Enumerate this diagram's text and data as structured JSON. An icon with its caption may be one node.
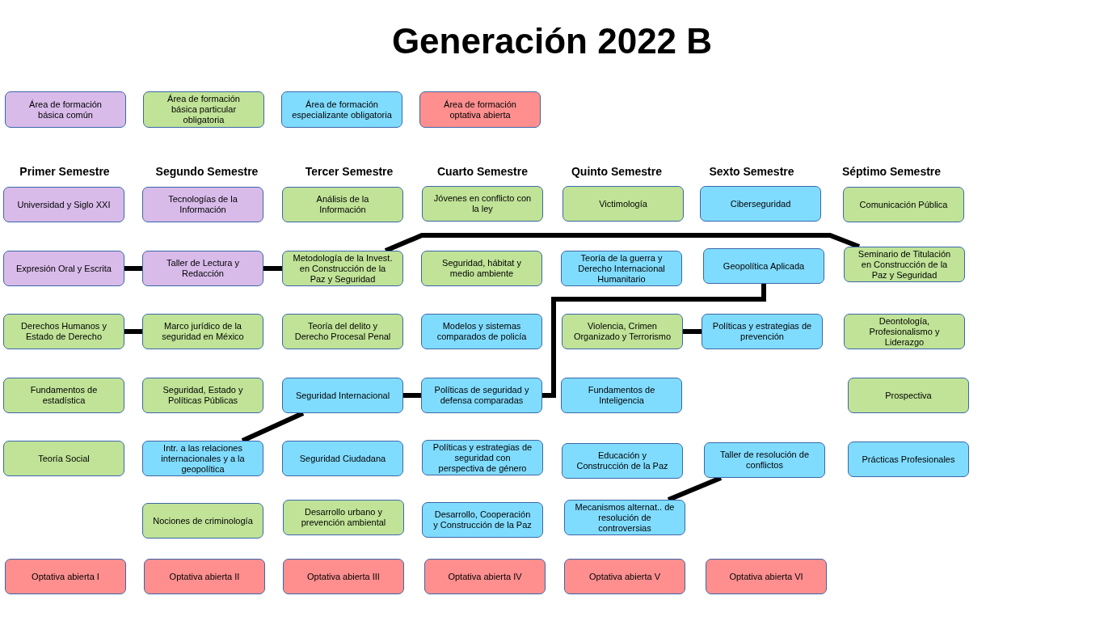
{
  "diagram": {
    "title": "Generación 2022 B",
    "nodes": [
      {
        "text": [
          "Universidad y Siglo XXI"
        ]
      },
      {
        "text": [
          "Expresión Oral y Escrita"
        ]
      },
      {
        "text": [
          "Derechos Humanos y Estado de Derecho"
        ]
      },
      {
        "text": [
          "Fundamentos de estadística"
        ]
      },
      {
        "text": [
          "Teoría Social"
        ]
      },
      {
        "text": [
          "Optativa abierta I"
        ]
      },
      {
        "text": [
          "Tecnologías de la Información"
        ]
      },
      {
        "text": [
          "Taller de Lectura y Redacción"
        ]
      },
      {
        "text": [
          "Marco jurídico de la seguridad en México"
        ]
      },
      {
        "text": [
          "Seguridad, Estado y Políticas Públicas"
        ]
      },
      {
        "text": [
          "Intr. a las relaciones internacionales y a la geopolítica"
        ]
      },
      {
        "text": [
          "Nociones de criminología"
        ]
      },
      {
        "text": [
          "Optativa abierta II"
        ]
      },
      {
        "text": [
          "Análisis de la Información"
        ]
      },
      {
        "text": [
          "Metodología de la Invest. en Construcción de la Paz y Seguridad"
        ]
      },
      {
        "text": [
          "Teoría del delito y Derecho Procesal Penal"
        ]
      },
      {
        "text": [
          "Seguridad Internacional"
        ]
      },
      {
        "text": [
          "Seguridad Ciudadana"
        ]
      },
      {
        "text": [
          "Desarrollo urbano y prevención ambiental"
        ]
      },
      {
        "text": [
          "Optativa abierta III"
        ]
      },
      {
        "text": [
          "Jóvenes en conflicto con la ley"
        ]
      },
      {
        "text": [
          "Seguridad, hábitat y medio ambiente"
        ]
      },
      {
        "text": [
          "Modelos y sistemas comparados de policía"
        ]
      },
      {
        "text": [
          "Políticas de seguridad y defensa comparadas"
        ]
      },
      {
        "text": [
          "Políticas y estrategias de seguridad con perspectiva de género"
        ]
      },
      {
        "text": [
          "Desarrollo, Cooperación y Construcción de la Paz"
        ]
      },
      {
        "text": [
          "Optativa abierta IV"
        ]
      },
      {
        "text": [
          "Victimología"
        ]
      },
      {
        "text": [
          "Teoría de la guerra y Derecho Internacional Humanitario"
        ]
      },
      {
        "text": [
          "Violencia, Crimen Organizado y Terrorismo"
        ]
      },
      {
        "text": [
          "Fundamentos de Inteligencia"
        ]
      },
      {
        "text": [
          "Educación y Construcción de la Paz"
        ]
      },
      {
        "text": [
          "Mecanismos alternat.. de resolución de controversias"
        ]
      },
      {
        "text": [
          "Optativa abierta V"
        ]
      },
      {
        "text": [
          "Ciberseguridad"
        ]
      },
      {
        "text": [
          "Geopolítica Aplicada"
        ]
      },
      {
        "text": [
          "Políticas y estrategias de prevención"
        ]
      },
      {
        "text": [
          "Taller de resolución de conflictos"
        ]
      },
      {
        "text": [
          "Optativa abierta VI"
        ]
      },
      {
        "text": [
          "Comunicación Pública"
        ]
      },
      {
        "text": [
          "Seminario de Titulación en Construcción de la Paz y Seguridad"
        ]
      },
      {
        "text": [
          "Deontología, Profesionalismo y Liderazgo"
        ]
      },
      {
        "text": [
          "Prospectiva"
        ]
      },
      {
        "text": [
          "Prácticas Profesionales"
        ]
      }
    ],
    "edges": [
      {
        "from": 1,
        "to": 7,
        "arrow": "none"
      },
      {
        "from": 7,
        "to": 14,
        "arrow": "none"
      },
      {
        "from": 14,
        "to": 40,
        "arrow": "none"
      },
      {
        "from": 2,
        "to": 8,
        "arrow": "none"
      },
      {
        "from": 10,
        "to": 16,
        "arrow": "none"
      },
      {
        "from": 16,
        "to": 23,
        "arrow": "none"
      },
      {
        "from": 23,
        "to": 35,
        "arrow": "none"
      },
      {
        "from": 29,
        "to": 36,
        "arrow": "none"
      },
      {
        "from": 32,
        "to": 37,
        "arrow": "none"
      }
    ],
    "labels": [
      "Primer Semestre",
      "Segundo Semestre",
      "Tercer Semestre",
      "Cuarto Semestre",
      "Quinto Semestre",
      "Sexto Semestre",
      "Séptimo Semestre"
    ],
    "legend": [
      {
        "text": "Área de formación básica común",
        "color": "#d9bbea"
      },
      {
        "text": "Área de formación básica particular obligatoria",
        "color": "#c0e397"
      },
      {
        "text": "Área de formación especializante obligatoria",
        "color": "#80dcff"
      },
      {
        "text": "Área de formación optativa abierta",
        "color": "#ff8f8f"
      }
    ]
  }
}
